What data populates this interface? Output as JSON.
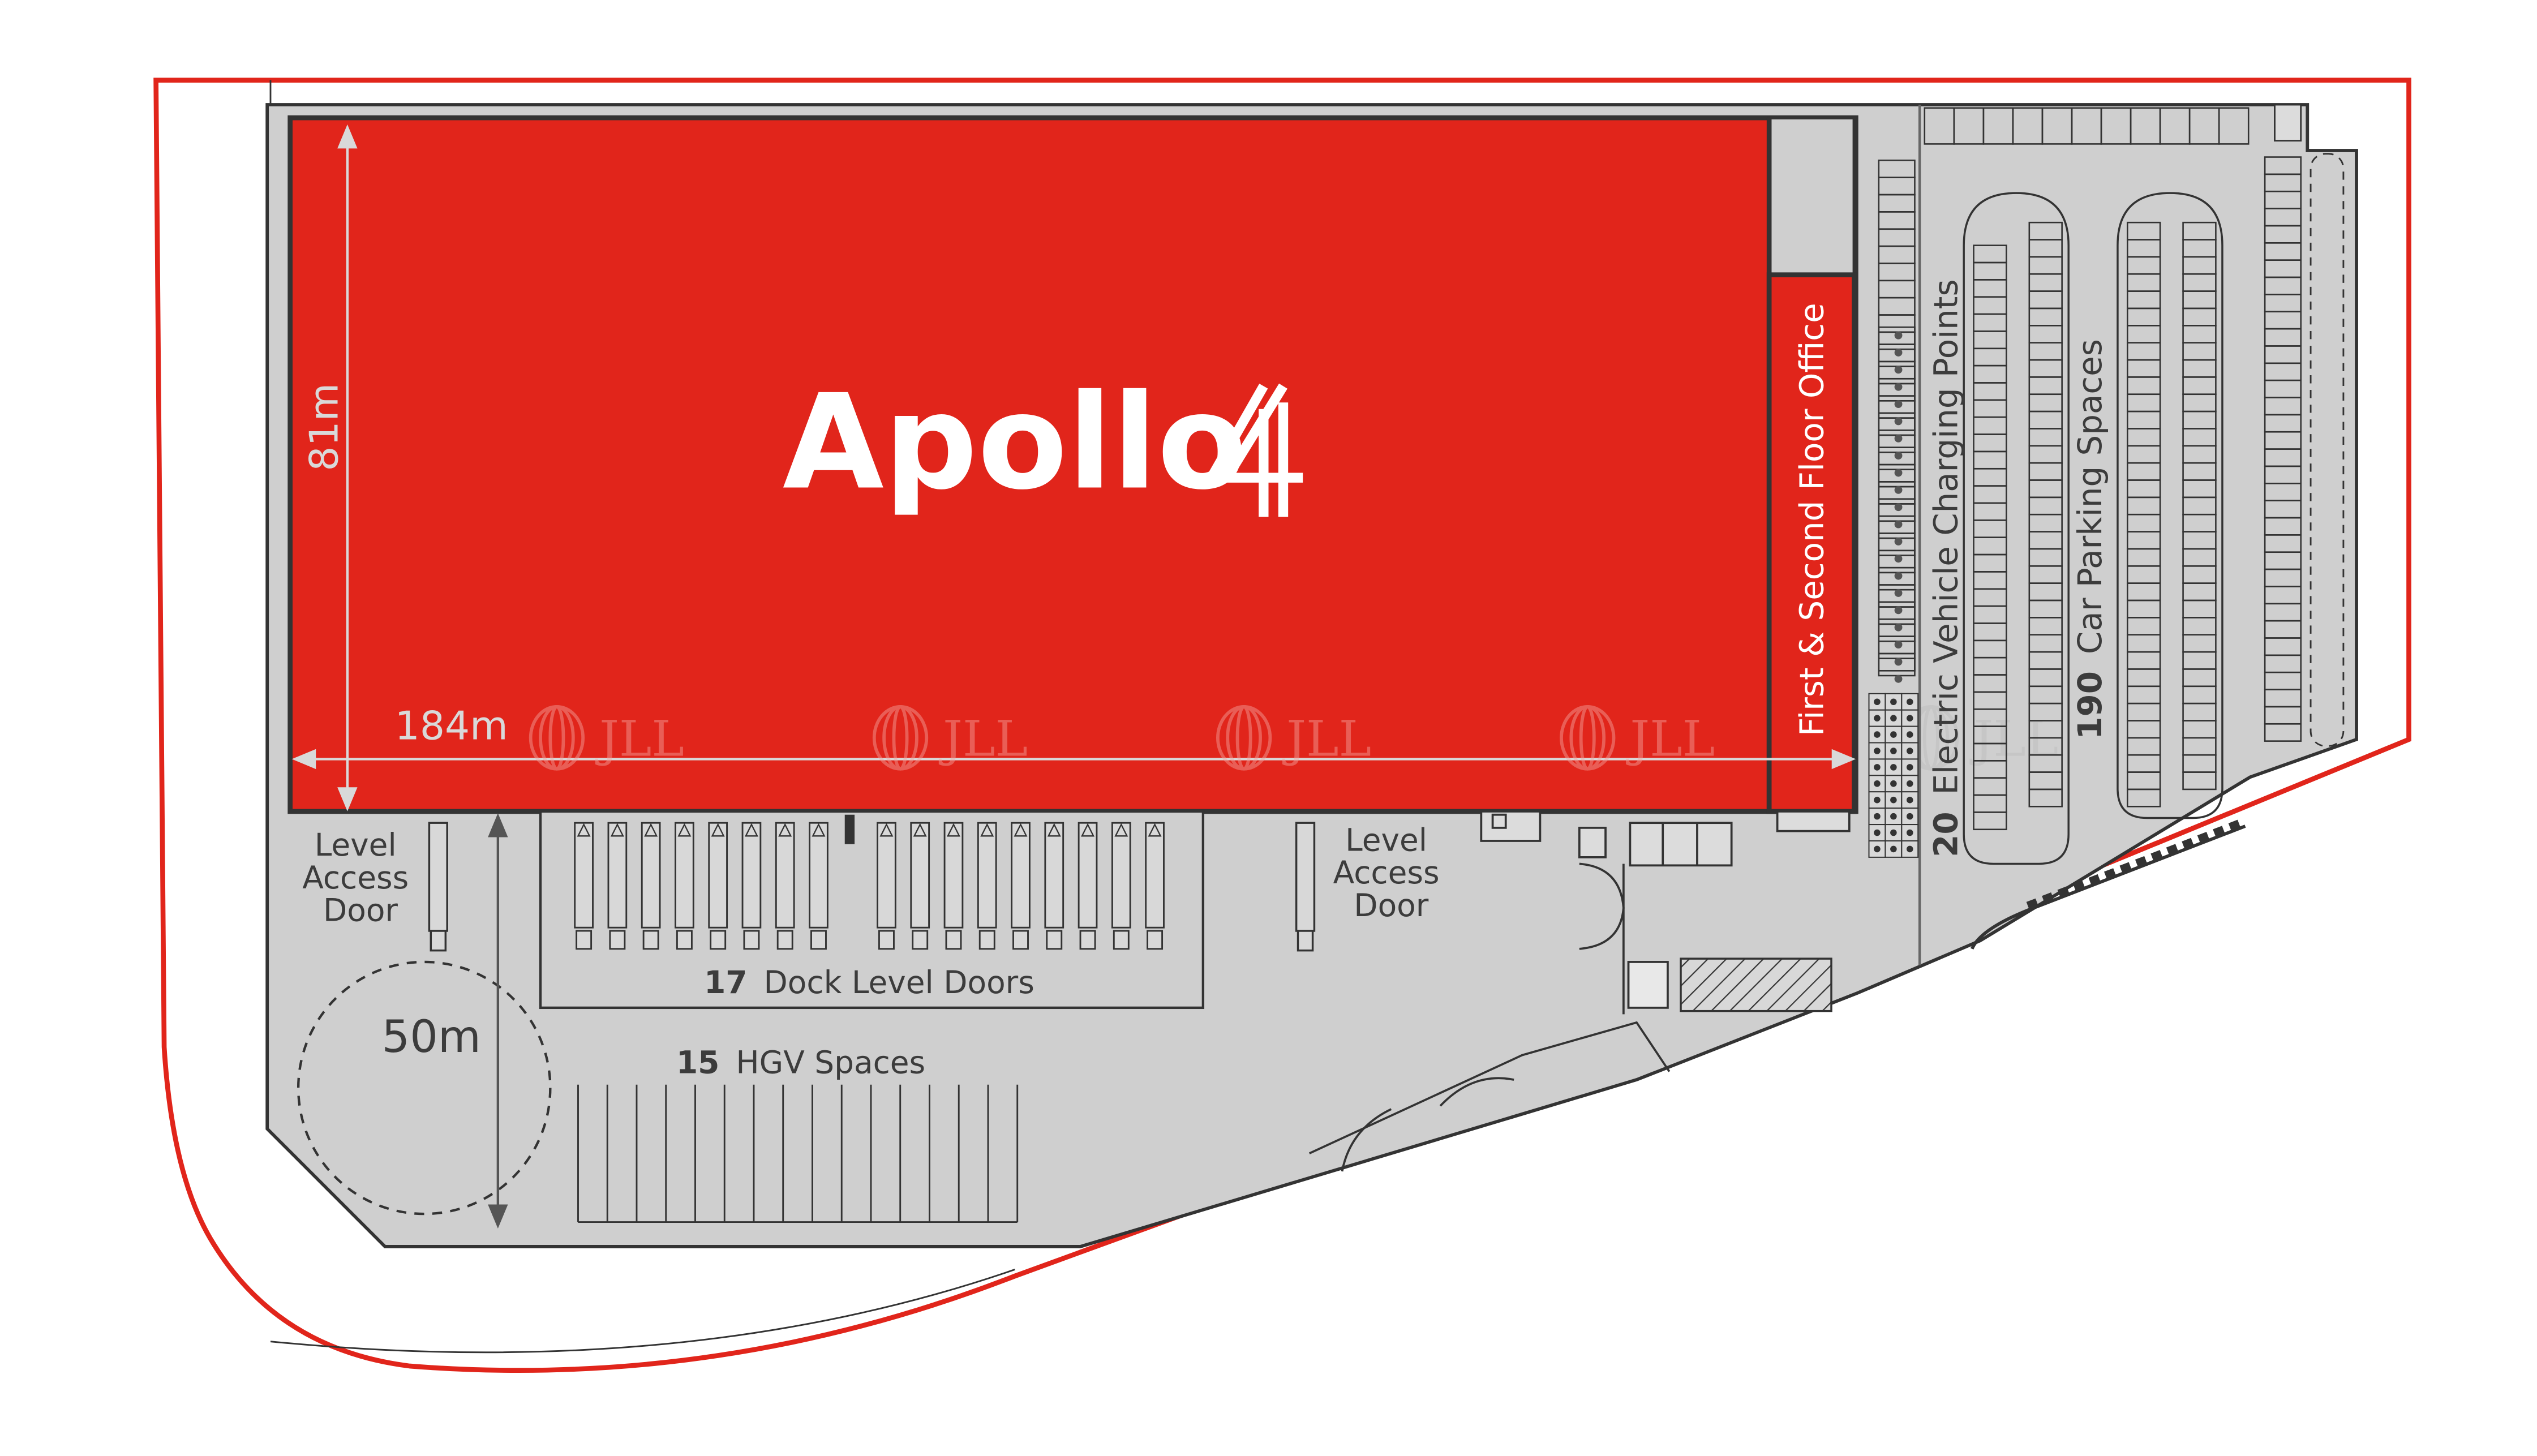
{
  "brand": {
    "name": "Apollo",
    "number": "4",
    "accent_color": "#e1251b",
    "site_grey": "#cfcfcf",
    "outline_dark": "#333333"
  },
  "dimensions": {
    "width": "184m",
    "depth": "81m",
    "yard_depth": "50m"
  },
  "office": {
    "label": "First & Second Floor Office"
  },
  "doors": {
    "level_access_left": [
      "Level",
      "Access",
      "Door"
    ],
    "level_access_right": [
      "Level",
      "Access",
      "Door"
    ],
    "dock_count": "17",
    "dock_label": "Dock Level Doors"
  },
  "hgv": {
    "count": "15",
    "label": "HGV Spaces"
  },
  "ev": {
    "count": "20",
    "label": "Electric Vehicle Charging Points"
  },
  "car_parking": {
    "count": "190",
    "label": "Car Parking Spaces"
  },
  "watermark": {
    "text": "JLL",
    "icon": "jll-rings-icon"
  }
}
